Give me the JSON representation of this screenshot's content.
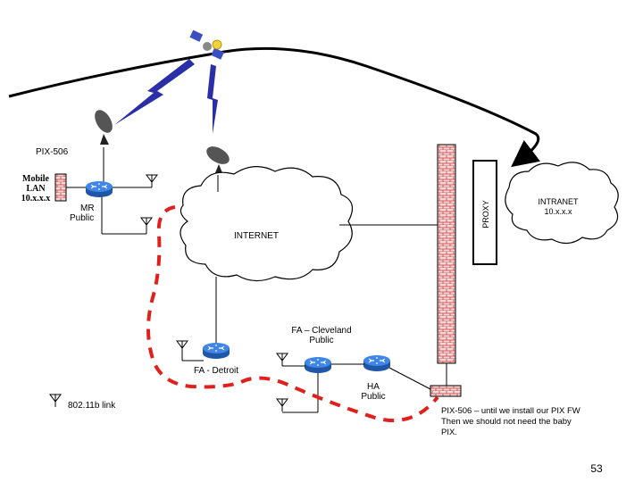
{
  "labels": {
    "pix_top": "PIX-506",
    "mobile_lan": [
      "Mobile",
      "LAN",
      "10.x.x.x"
    ],
    "mr": [
      "MR",
      "Public"
    ],
    "internet": "INTERNET",
    "proxy": "PROXY",
    "intranet": [
      "INTRANET",
      "10.x.x.x"
    ],
    "fa_cleveland": [
      "FA – Cleveland",
      "Public"
    ],
    "fa_detroit": "FA - Detroit",
    "ha": [
      "HA",
      "Public"
    ],
    "wifi_link": "802.11b link",
    "pix_note": [
      "PIX-506 – until we install our PIX FW",
      "Then we should not need the baby",
      "PIX."
    ],
    "page_number": "53"
  },
  "colors": {
    "router": "#2e6fd1",
    "firewall_fill": "#f4d6d6",
    "firewall_brick": "#c94040",
    "lightning": "#2a2fa8",
    "dashed_path": "#e0201c",
    "dish": "#555555"
  }
}
